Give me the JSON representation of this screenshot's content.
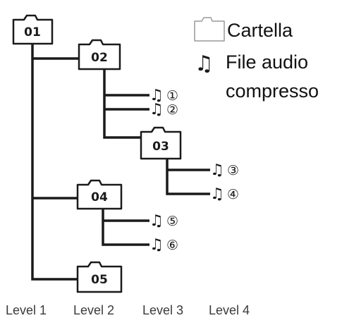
{
  "legend": {
    "folder_label": "Cartella",
    "audio_label_line1": "File audio",
    "audio_label_line2": "compresso",
    "audio_symbol": "♫"
  },
  "folders": [
    "01",
    "02",
    "03",
    "04",
    "05"
  ],
  "files": [
    {
      "symbol": "♫",
      "number": "①"
    },
    {
      "symbol": "♫",
      "number": "②"
    },
    {
      "symbol": "♫",
      "number": "③"
    },
    {
      "symbol": "♫",
      "number": "④"
    },
    {
      "symbol": "♫",
      "number": "⑤"
    },
    {
      "symbol": "♫",
      "number": "⑥"
    }
  ],
  "levels": [
    "Level 1",
    "Level 2",
    "Level 3",
    "Level 4"
  ]
}
